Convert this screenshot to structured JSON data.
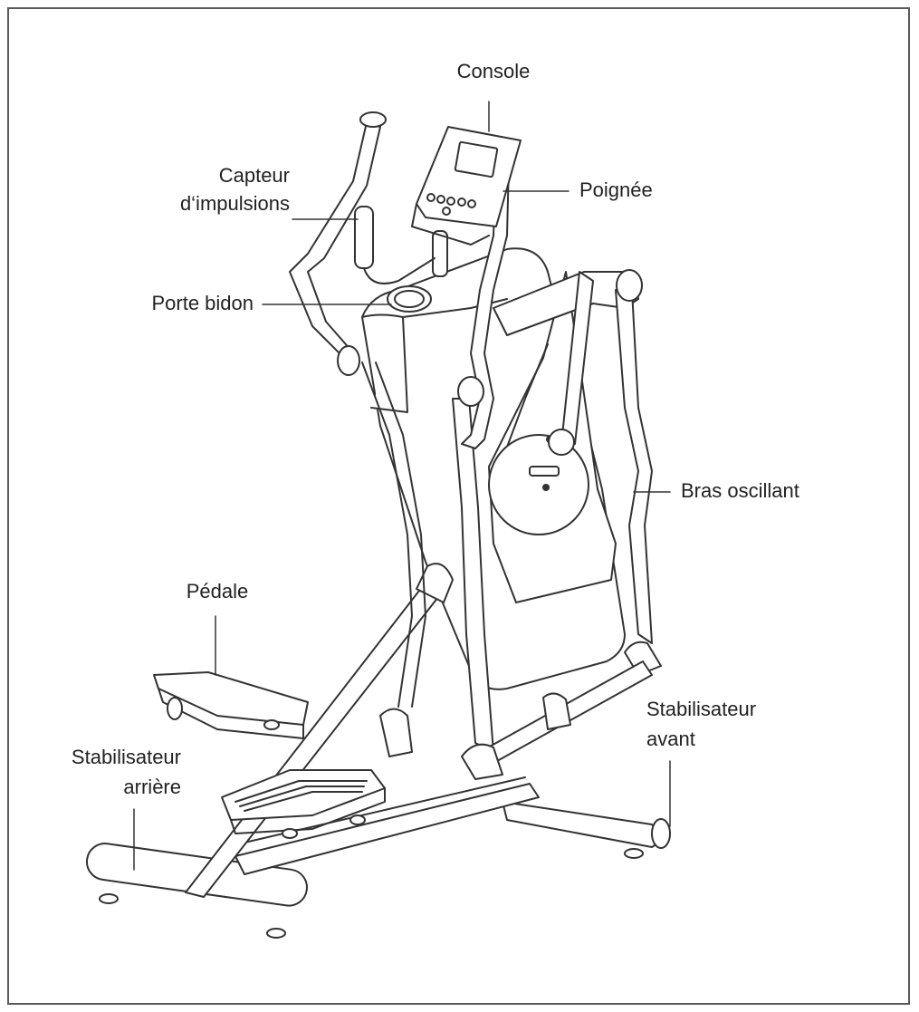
{
  "diagram": {
    "labels": {
      "console": "Console",
      "capteur_line1": "Capteur",
      "capteur_line2": "d‘impulsions",
      "poignee": "Poignée",
      "porte_bidon": "Porte bidon",
      "bras_oscillant": "Bras oscillant",
      "pedale": "Pédale",
      "stab_arriere_line1": "Stabilisateur",
      "stab_arriere_line2": "arrière",
      "stab_avant_line1": "Stabilisateur",
      "stab_avant_line2": "avant"
    },
    "colors": {
      "line": "#333333",
      "frame": "#5a5a5a",
      "background": "#ffffff"
    }
  }
}
